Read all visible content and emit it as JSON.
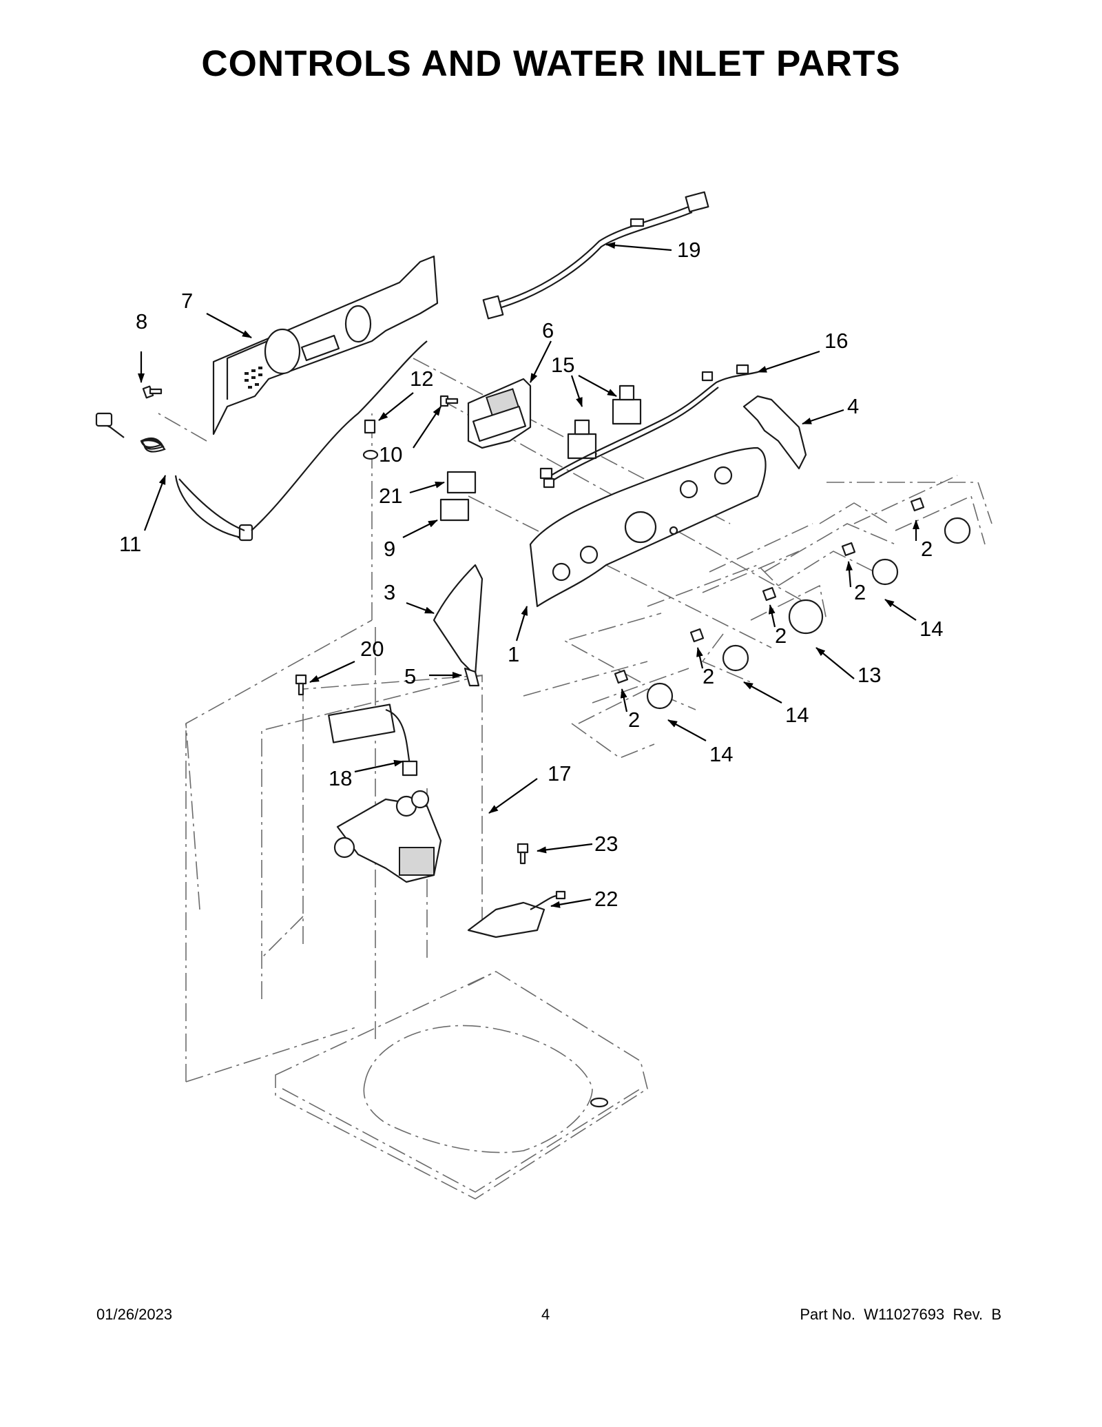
{
  "title": "CONTROLS AND WATER INLET PARTS",
  "footer": {
    "date": "01/26/2023",
    "page": "4",
    "part_no": "Part No.  W11027693  Rev.  B"
  },
  "callouts": [
    {
      "id": "c1",
      "label": "1"
    },
    {
      "id": "c2a",
      "label": "2"
    },
    {
      "id": "c2b",
      "label": "2"
    },
    {
      "id": "c2c",
      "label": "2"
    },
    {
      "id": "c2d",
      "label": "2"
    },
    {
      "id": "c2e",
      "label": "2"
    },
    {
      "id": "c3",
      "label": "3"
    },
    {
      "id": "c4",
      "label": "4"
    },
    {
      "id": "c5",
      "label": "5"
    },
    {
      "id": "c6",
      "label": "6"
    },
    {
      "id": "c7",
      "label": "7"
    },
    {
      "id": "c8",
      "label": "8"
    },
    {
      "id": "c9",
      "label": "9"
    },
    {
      "id": "c10",
      "label": "10"
    },
    {
      "id": "c11",
      "label": "11"
    },
    {
      "id": "c12",
      "label": "12"
    },
    {
      "id": "c13",
      "label": "13"
    },
    {
      "id": "c14a",
      "label": "14"
    },
    {
      "id": "c14b",
      "label": "14"
    },
    {
      "id": "c14c",
      "label": "14"
    },
    {
      "id": "c15",
      "label": "15"
    },
    {
      "id": "c16",
      "label": "16"
    },
    {
      "id": "c17",
      "label": "17"
    },
    {
      "id": "c18",
      "label": "18"
    },
    {
      "id": "c19",
      "label": "19"
    },
    {
      "id": "c20",
      "label": "20"
    },
    {
      "id": "c21",
      "label": "21"
    },
    {
      "id": "c22",
      "label": "22"
    },
    {
      "id": "c23",
      "label": "23"
    }
  ]
}
